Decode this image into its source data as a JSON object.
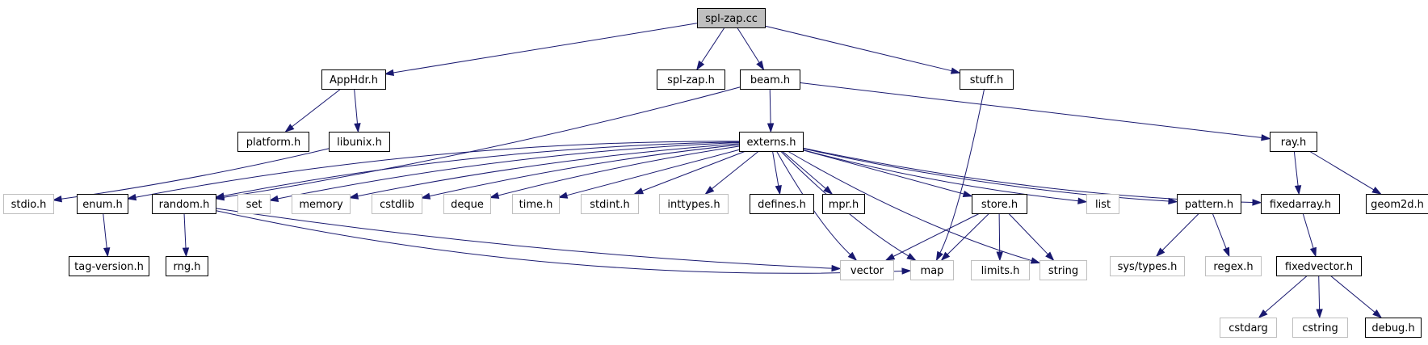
{
  "colors": {
    "edge": "#191970",
    "root_fill": "#bfbfbf",
    "header_border": "#000000",
    "system_border": "#bfbfbf",
    "background": "#ffffff"
  },
  "nodes": {
    "spl_zap_cc": {
      "label": "spl-zap.cc",
      "kind": "root"
    },
    "AppHdr_h": {
      "label": "AppHdr.h",
      "kind": "header"
    },
    "spl_zap_h": {
      "label": "spl-zap.h",
      "kind": "header"
    },
    "beam_h": {
      "label": "beam.h",
      "kind": "header"
    },
    "stuff_h": {
      "label": "stuff.h",
      "kind": "header"
    },
    "platform_h": {
      "label": "platform.h",
      "kind": "header"
    },
    "libunix_h": {
      "label": "libunix.h",
      "kind": "header"
    },
    "externs_h": {
      "label": "externs.h",
      "kind": "header"
    },
    "ray_h": {
      "label": "ray.h",
      "kind": "header"
    },
    "stdio_h": {
      "label": "stdio.h",
      "kind": "system"
    },
    "enum_h": {
      "label": "enum.h",
      "kind": "header"
    },
    "random_h": {
      "label": "random.h",
      "kind": "header"
    },
    "set": {
      "label": "set",
      "kind": "system"
    },
    "memory": {
      "label": "memory",
      "kind": "system"
    },
    "cstdlib": {
      "label": "cstdlib",
      "kind": "system"
    },
    "deque": {
      "label": "deque",
      "kind": "system"
    },
    "time_h": {
      "label": "time.h",
      "kind": "system"
    },
    "stdint_h": {
      "label": "stdint.h",
      "kind": "system"
    },
    "inttypes_h": {
      "label": "inttypes.h",
      "kind": "system"
    },
    "defines_h": {
      "label": "defines.h",
      "kind": "header"
    },
    "mpr_h": {
      "label": "mpr.h",
      "kind": "header"
    },
    "store_h": {
      "label": "store.h",
      "kind": "header"
    },
    "list": {
      "label": "list",
      "kind": "system"
    },
    "pattern_h": {
      "label": "pattern.h",
      "kind": "header"
    },
    "fixedarray_h": {
      "label": "fixedarray.h",
      "kind": "header"
    },
    "geom2d_h": {
      "label": "geom2d.h",
      "kind": "header"
    },
    "tag_version_h": {
      "label": "tag-version.h",
      "kind": "header"
    },
    "rng_h": {
      "label": "rng.h",
      "kind": "header"
    },
    "vector": {
      "label": "vector",
      "kind": "system"
    },
    "map": {
      "label": "map",
      "kind": "system"
    },
    "limits_h": {
      "label": "limits.h",
      "kind": "system"
    },
    "string": {
      "label": "string",
      "kind": "system"
    },
    "sys_types_h": {
      "label": "sys/types.h",
      "kind": "system"
    },
    "regex_h": {
      "label": "regex.h",
      "kind": "system"
    },
    "fixedvector_h": {
      "label": "fixedvector.h",
      "kind": "header"
    },
    "cstdarg": {
      "label": "cstdarg",
      "kind": "system"
    },
    "cstring": {
      "label": "cstring",
      "kind": "system"
    },
    "debug_h": {
      "label": "debug.h",
      "kind": "header"
    }
  },
  "edges": [
    [
      "spl_zap_cc",
      "AppHdr_h"
    ],
    [
      "spl_zap_cc",
      "spl_zap_h"
    ],
    [
      "spl_zap_cc",
      "beam_h"
    ],
    [
      "spl_zap_cc",
      "stuff_h"
    ],
    [
      "AppHdr_h",
      "platform_h"
    ],
    [
      "AppHdr_h",
      "libunix_h"
    ],
    [
      "libunix_h",
      "stdio_h"
    ],
    [
      "beam_h",
      "externs_h"
    ],
    [
      "beam_h",
      "random_h"
    ],
    [
      "beam_h",
      "ray_h"
    ],
    [
      "stuff_h",
      "map"
    ],
    [
      "externs_h",
      "enum_h"
    ],
    [
      "externs_h",
      "random_h"
    ],
    [
      "externs_h",
      "set"
    ],
    [
      "externs_h",
      "memory"
    ],
    [
      "externs_h",
      "cstdlib"
    ],
    [
      "externs_h",
      "deque"
    ],
    [
      "externs_h",
      "time_h"
    ],
    [
      "externs_h",
      "stdint_h"
    ],
    [
      "externs_h",
      "inttypes_h"
    ],
    [
      "externs_h",
      "defines_h"
    ],
    [
      "externs_h",
      "mpr_h"
    ],
    [
      "externs_h",
      "store_h"
    ],
    [
      "externs_h",
      "list"
    ],
    [
      "externs_h",
      "pattern_h"
    ],
    [
      "externs_h",
      "fixedarray_h"
    ],
    [
      "externs_h",
      "vector"
    ],
    [
      "externs_h",
      "map"
    ],
    [
      "externs_h",
      "string"
    ],
    [
      "ray_h",
      "fixedarray_h"
    ],
    [
      "ray_h",
      "geom2d_h"
    ],
    [
      "enum_h",
      "tag_version_h"
    ],
    [
      "random_h",
      "rng_h"
    ],
    [
      "random_h",
      "vector"
    ],
    [
      "random_h",
      "map"
    ],
    [
      "store_h",
      "vector"
    ],
    [
      "store_h",
      "map"
    ],
    [
      "store_h",
      "limits_h"
    ],
    [
      "store_h",
      "string"
    ],
    [
      "pattern_h",
      "sys_types_h"
    ],
    [
      "pattern_h",
      "regex_h"
    ],
    [
      "fixedarray_h",
      "fixedvector_h"
    ],
    [
      "fixedvector_h",
      "cstdarg"
    ],
    [
      "fixedvector_h",
      "cstring"
    ],
    [
      "fixedvector_h",
      "debug_h"
    ]
  ]
}
